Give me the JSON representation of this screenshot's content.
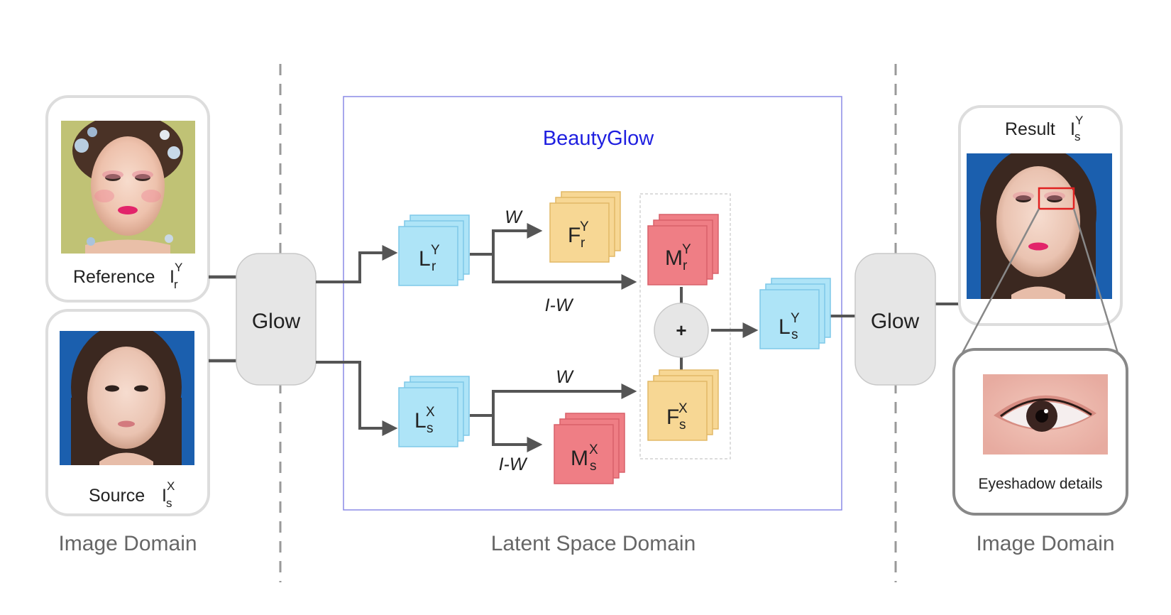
{
  "title": "BeautyGlow",
  "domains": {
    "left": "Image Domain",
    "middle": "Latent Space Domain",
    "right": "Image Domain"
  },
  "glow_left": "Glow",
  "glow_right": "Glow",
  "reference": {
    "label": "Reference",
    "symbol": "I",
    "sup": "Y",
    "sub": "r"
  },
  "source": {
    "label": "Source",
    "symbol": "I",
    "sup": "X",
    "sub": "s"
  },
  "result": {
    "label": "Result",
    "symbol": "I",
    "sup": "Y",
    "sub": "s"
  },
  "detail_caption": "Eyeshadow details",
  "latents": {
    "L_r": {
      "base": "L",
      "sup": "Y",
      "sub": "r"
    },
    "L_s": {
      "base": "L",
      "sup": "X",
      "sub": "s"
    },
    "F_r": {
      "base": "F",
      "sup": "Y",
      "sub": "r"
    },
    "M_r": {
      "base": "M",
      "sup": "Y",
      "sub": "r"
    },
    "F_s": {
      "base": "F",
      "sup": "X",
      "sub": "s"
    },
    "M_s": {
      "base": "M",
      "sup": "X",
      "sub": "s"
    },
    "L_out": {
      "base": "L",
      "sup": "Y",
      "sub": "s"
    }
  },
  "ops": {
    "w_top": "W",
    "iw_top": "I-W",
    "w_bottom": "W",
    "iw_bottom": "I-W",
    "plus": "+"
  },
  "colors": {
    "blue_fill": "#aee4f7",
    "blue_stroke": "#7fc8e8",
    "orange_fill": "#f7d794",
    "orange_stroke": "#e2b866",
    "red_fill": "#ef7e85",
    "red_stroke": "#d9606a",
    "title_blue": "#1f1fe0",
    "frame_blue": "#8a8ae6",
    "arrow": "#555555",
    "glow_fill": "#e6e6e6"
  }
}
